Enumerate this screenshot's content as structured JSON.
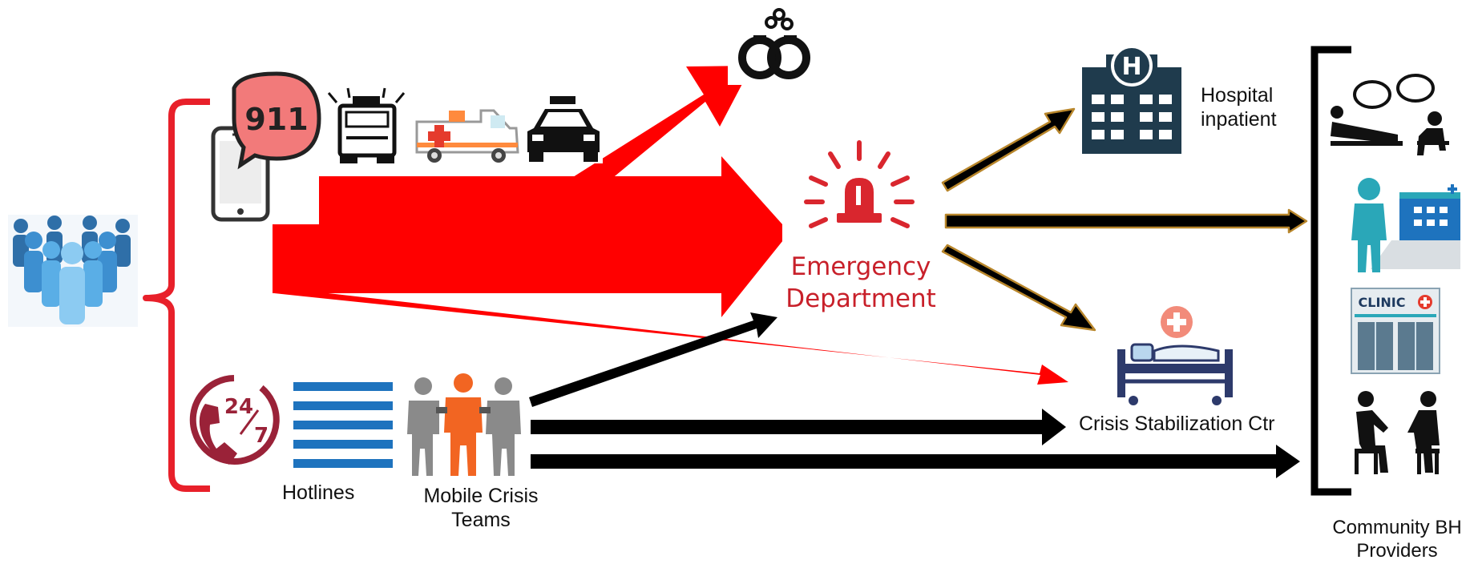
{
  "labels": {
    "hotline_number": "911",
    "emergency_line1": "Emergency",
    "emergency_line2": "Department",
    "hospital_line1": "Hospital",
    "hospital_line2": "inpatient",
    "crisis_center": "Crisis Stabilization Ctr",
    "hotlines": "Hotlines",
    "mobile_line1": "Mobile Crisis",
    "mobile_line2": "Teams",
    "community_line1": "Community BH",
    "community_line2": "Providers",
    "clinic_sign": "CLINIC",
    "hours_top": "24",
    "hours_bottom": "7"
  },
  "icons": {
    "people": "people-group-icon",
    "phone": "phone-911-icon",
    "fire_truck": "fire-truck-icon",
    "ambulance": "ambulance-icon",
    "police": "police-car-icon",
    "handcuffs": "handcuffs-icon",
    "siren": "siren-icon",
    "hospital": "hospital-building-icon",
    "hospital_bed": "hospital-bed-icon",
    "hotline": "hotline-24-7-icon",
    "mobile_team": "mobile-crisis-team-icon",
    "therapy": "therapy-session-icon",
    "doctor_clinic": "doctor-clinic-icon",
    "clinic": "clinic-building-icon",
    "counseling": "counseling-icon"
  },
  "colors": {
    "accent_red": "#ff0000",
    "brace_red": "#e8202a",
    "arrow_black": "#000000",
    "arrow_outline": "#b8862b",
    "people_blue": "#3d8fd0",
    "hospital_navy": "#1f3b4d",
    "hotline_maroon": "#9a2238",
    "mobile_orange": "#f26522",
    "clinic_teal": "#2aa7b8"
  }
}
